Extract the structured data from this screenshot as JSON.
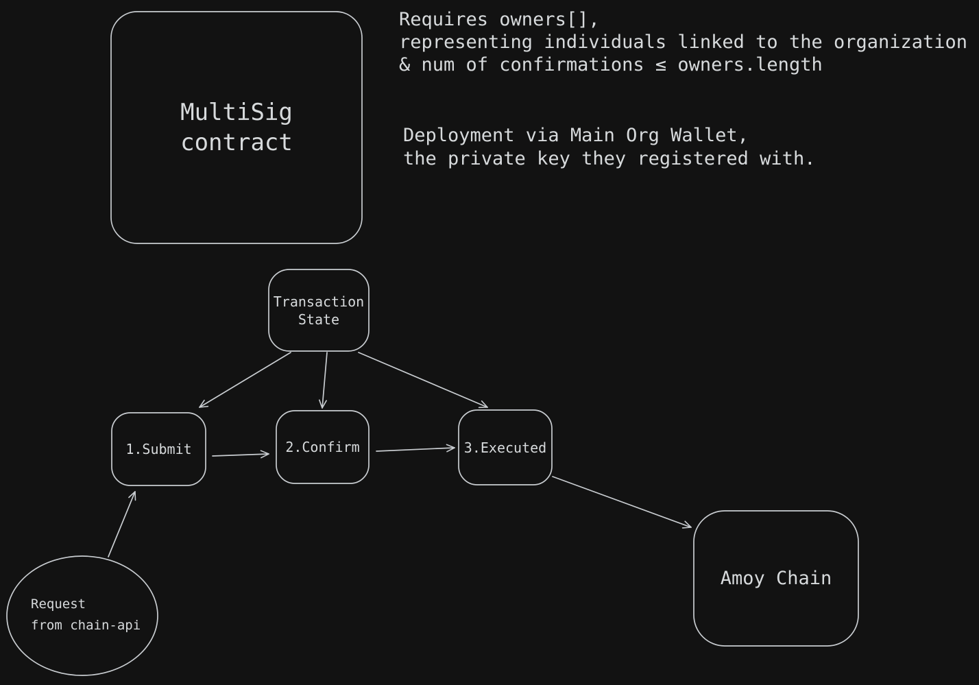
{
  "diagram": {
    "background_color": "#121212",
    "stroke_color": "#c9cdd1",
    "text_color": "#d7dadc"
  },
  "nodes": {
    "multisig": {
      "lines": [
        "MultiSig",
        "contract"
      ]
    },
    "transaction_state": {
      "lines": [
        "Transaction",
        "State"
      ]
    },
    "submit": {
      "label": "1.Submit"
    },
    "confirm": {
      "label": "2.Confirm"
    },
    "executed": {
      "label": "3.Executed"
    },
    "amoy_chain": {
      "label": "Amoy Chain"
    },
    "request": {
      "lines": [
        "Request",
        "from chain-api"
      ]
    }
  },
  "annotations": {
    "owners": {
      "lines": [
        "Requires owners[],",
        "representing individuals linked to the organization",
        "& num of confirmations ≤ owners.length"
      ]
    },
    "deployment": {
      "lines": [
        "Deployment via Main Org Wallet,",
        "the private key they registered with."
      ]
    }
  },
  "edges": [
    {
      "from": "transaction-state",
      "to": "submit"
    },
    {
      "from": "transaction-state",
      "to": "confirm"
    },
    {
      "from": "transaction-state",
      "to": "executed"
    },
    {
      "from": "submit",
      "to": "confirm"
    },
    {
      "from": "confirm",
      "to": "executed"
    },
    {
      "from": "executed",
      "to": "amoy-chain"
    },
    {
      "from": "request-from-chain-api",
      "to": "submit"
    }
  ]
}
